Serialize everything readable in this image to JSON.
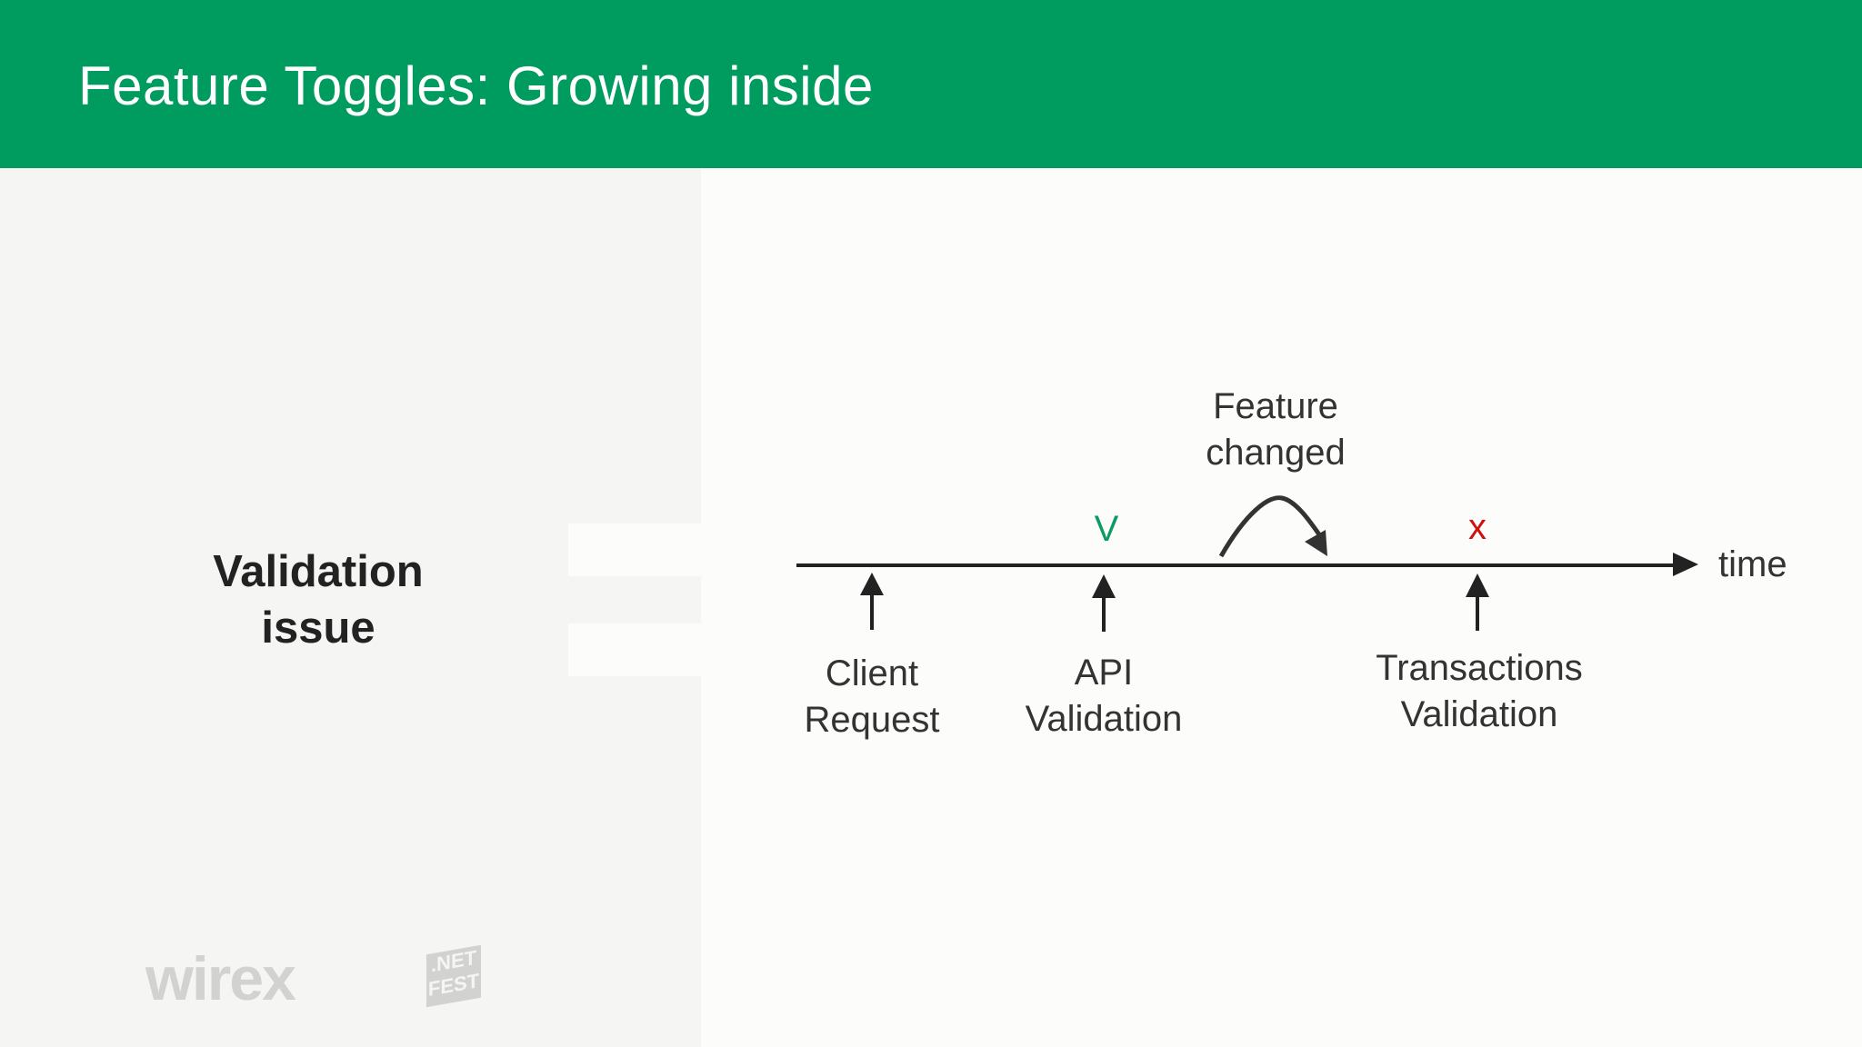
{
  "header": {
    "title": "Feature Toggles: Growing inside"
  },
  "sidebar": {
    "label_line1": "Validation",
    "label_line2": "issue"
  },
  "brands": {
    "wirex": "wirex",
    "netfest_line1": ".NET",
    "netfest_line2": "FEST"
  },
  "diagram": {
    "axis_label": "time",
    "feature_changed_line1": "Feature",
    "feature_changed_line2": "changed",
    "api_mark": "V",
    "transactions_mark": "x",
    "events": {
      "client_line1": "Client",
      "client_line2": "Request",
      "api_line1": "API",
      "api_line2": "Validation",
      "tx_line1": "Transactions",
      "tx_line2": "Validation"
    }
  },
  "colors": {
    "header": "#009b5e",
    "check_mark": "#0e9a63",
    "cross_mark": "#cc1111",
    "ink": "#222222"
  }
}
